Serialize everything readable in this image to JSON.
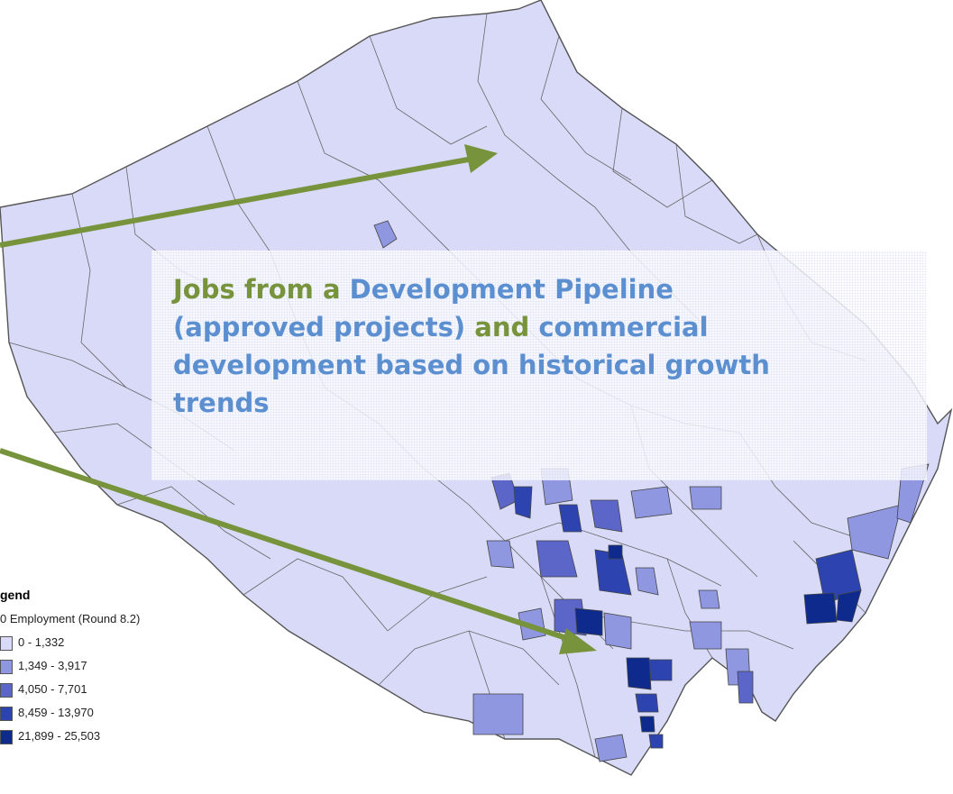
{
  "callout": {
    "line1_green": "Jobs from a",
    "line1_blue": "Development Pipeline",
    "line2_blue": "(approved projects)",
    "line2_green": "and",
    "line2_blue_tail": "commercial",
    "line3": "development based on historical growth",
    "line4": "trends"
  },
  "legend": {
    "title": "gend",
    "field": "0 Employment (Round 8.2)",
    "classes": [
      {
        "label": "0 - 1,332",
        "color": "#d8daf7"
      },
      {
        "label": "1,349 - 3,917",
        "color": "#8f97e0"
      },
      {
        "label": "4,050 - 7,701",
        "color": "#5c66c8"
      },
      {
        "label": "8,459 - 13,970",
        "color": "#2d44b0"
      },
      {
        "label": "21,899 - 25,503",
        "color": "#0d2a8c"
      }
    ]
  },
  "colors": {
    "arrow": "#77933c",
    "boundary": "#555555",
    "county_fill": "#d8daf7"
  }
}
